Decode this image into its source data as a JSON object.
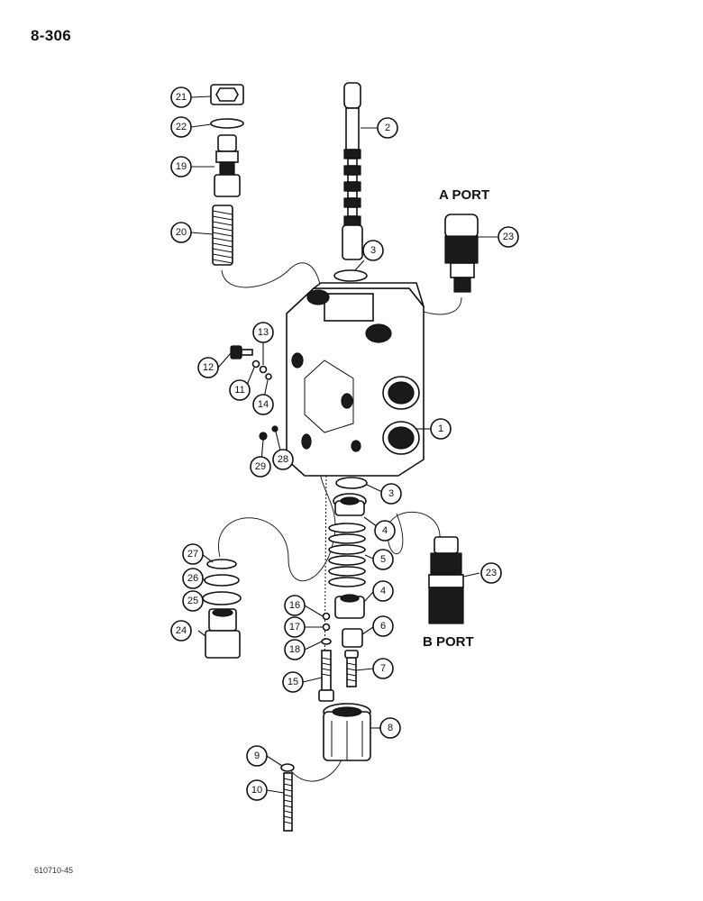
{
  "page": {
    "number": "8-306",
    "footer_code": "610710-45"
  },
  "labels": {
    "a_port": "A PORT",
    "b_port": "B PORT"
  },
  "callouts": [
    {
      "id": "21",
      "label": "21"
    },
    {
      "id": "22",
      "label": "22"
    },
    {
      "id": "19",
      "label": "19"
    },
    {
      "id": "20",
      "label": "20"
    },
    {
      "id": "2",
      "label": "2"
    },
    {
      "id": "23a",
      "label": "23"
    },
    {
      "id": "3a",
      "label": "3"
    },
    {
      "id": "13",
      "label": "13"
    },
    {
      "id": "12",
      "label": "12"
    },
    {
      "id": "11",
      "label": "11"
    },
    {
      "id": "14",
      "label": "14"
    },
    {
      "id": "1",
      "label": "1"
    },
    {
      "id": "29",
      "label": "29"
    },
    {
      "id": "28",
      "label": "28"
    },
    {
      "id": "3b",
      "label": "3"
    },
    {
      "id": "4a",
      "label": "4"
    },
    {
      "id": "27",
      "label": "27"
    },
    {
      "id": "5",
      "label": "5"
    },
    {
      "id": "23b",
      "label": "23"
    },
    {
      "id": "26",
      "label": "26"
    },
    {
      "id": "25",
      "label": "25"
    },
    {
      "id": "4b",
      "label": "4"
    },
    {
      "id": "16",
      "label": "16"
    },
    {
      "id": "24",
      "label": "24"
    },
    {
      "id": "17",
      "label": "17"
    },
    {
      "id": "6",
      "label": "6"
    },
    {
      "id": "18",
      "label": "18"
    },
    {
      "id": "15",
      "label": "15"
    },
    {
      "id": "7",
      "label": "7"
    },
    {
      "id": "8",
      "label": "8"
    },
    {
      "id": "9",
      "label": "9"
    },
    {
      "id": "10",
      "label": "10"
    }
  ]
}
